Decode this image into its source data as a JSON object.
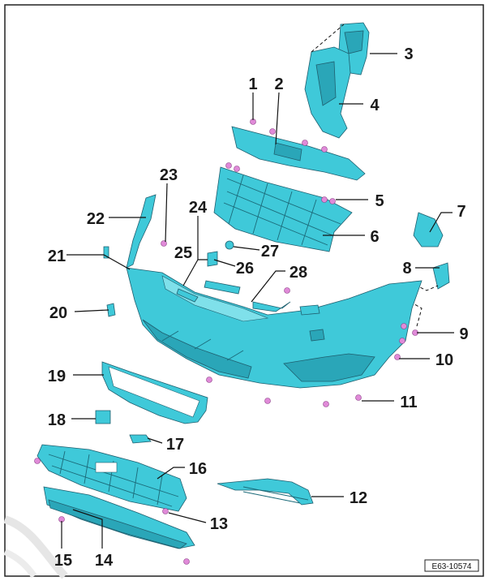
{
  "diagram": {
    "code": "E63-10574",
    "labels": [
      "1",
      "2",
      "3",
      "4",
      "5",
      "6",
      "7",
      "8",
      "9",
      "10",
      "11",
      "12",
      "13",
      "14",
      "15",
      "16",
      "17",
      "18",
      "19",
      "20",
      "21",
      "22",
      "23",
      "24",
      "25",
      "26",
      "27",
      "28"
    ]
  }
}
